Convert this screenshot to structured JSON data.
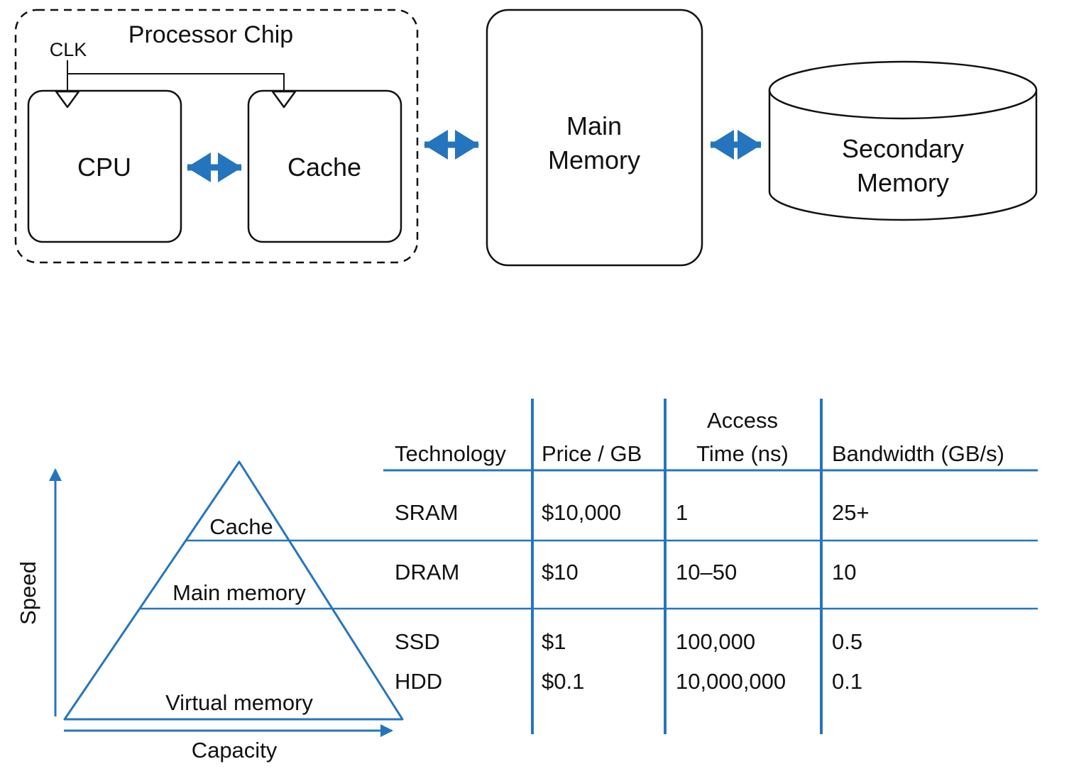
{
  "colors": {
    "blue": "#2575BE",
    "ink": "#111111"
  },
  "top_diagram": {
    "processor_chip_label": "Processor Chip",
    "clk_label": "CLK",
    "cpu_label": "CPU",
    "cache_label": "Cache",
    "main_memory_line1": "Main",
    "main_memory_line2": "Memory",
    "secondary_memory_line1": "Secondary",
    "secondary_memory_line2": "Memory"
  },
  "pyramid": {
    "levels": [
      "Cache",
      "Main memory",
      "Virtual memory"
    ],
    "speed_label": "Speed",
    "capacity_label": "Capacity"
  },
  "table": {
    "headers": {
      "technology": "Technology",
      "price": "Price / GB",
      "access_line1": "Access",
      "access_line2": "Time (ns)",
      "bandwidth": "Bandwidth (GB/s)"
    },
    "rows": [
      {
        "technology": "SRAM",
        "price": "$10,000",
        "access_time": "1",
        "bandwidth": "25+"
      },
      {
        "technology": "DRAM",
        "price": "$10",
        "access_time": "10–50",
        "bandwidth": "10"
      },
      {
        "technology": "SSD",
        "price": "$1",
        "access_time": "100,000",
        "bandwidth": "0.5"
      },
      {
        "technology": "HDD",
        "price": "$0.1",
        "access_time": "10,000,000",
        "bandwidth": "0.1"
      }
    ]
  }
}
